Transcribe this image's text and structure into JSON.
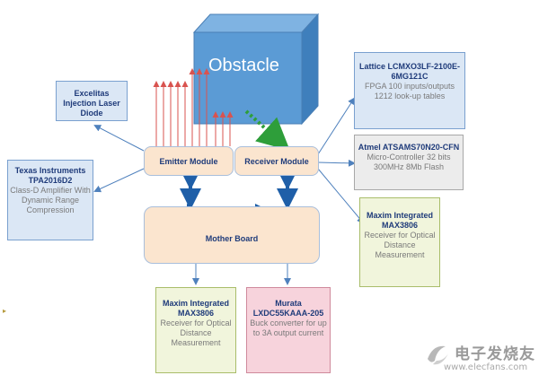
{
  "obstacle": {
    "label": "Obstacle"
  },
  "emitter_module": {
    "label": "Emitter Module"
  },
  "receiver_module": {
    "label": "Receiver Module"
  },
  "mother_board": {
    "label": "Mother Board"
  },
  "excelitas": {
    "title": "Excelitas Injection Laser Diode"
  },
  "texas": {
    "title": "Texas Instruments TPA2016D2",
    "desc": "Class-D Amplifier With Dynamic Range Compression"
  },
  "lattice": {
    "title": "Lattice LCMXO3LF-2100E-6MG121C",
    "desc": "FPGA 100 inputs/outputs 1212 look-up tables"
  },
  "atmel": {
    "title": "Atmel ATSAMS70N20-CFN",
    "desc": "Micro-Controller 32 bits 300MHz 8Mb Flash"
  },
  "maxim_right": {
    "title": "Maxim Integrated MAX3806",
    "desc": "Receiver for Optical Distance Measurement"
  },
  "maxim_bottom": {
    "title": "Maxim Integrated MAX3806",
    "desc": "Receiver for Optical Distance Measurement"
  },
  "murata": {
    "title": "Murata LXDC55KAAA-205",
    "desc": "Buck converter for up to 3A output current"
  },
  "watermark": {
    "cn": "电子发烧友",
    "url": "www.elecfans.com"
  },
  "colors": {
    "obstacle_front": "#5b9bd5",
    "obstacle_top": "#7fb3e2",
    "obstacle_side": "#3f7fbc",
    "arrow_blue": "#1f5fa8",
    "laser_red": "#d9534f",
    "reflect_green": "#2e9e3a",
    "line_blue": "#4f81bd"
  }
}
